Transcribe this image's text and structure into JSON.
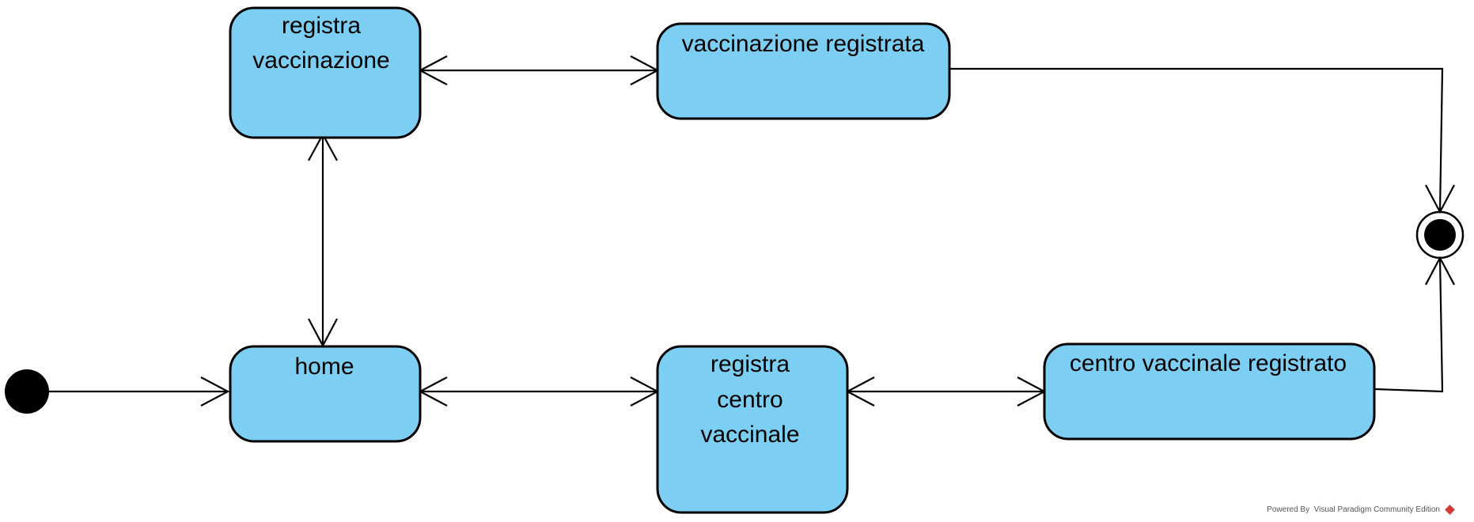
{
  "states": {
    "registra_vaccinazione": {
      "lines": [
        "registra",
        "vaccinazione"
      ]
    },
    "vaccinazione_registrata": {
      "lines": [
        "vaccinazione registrata"
      ]
    },
    "home": {
      "lines": [
        "home"
      ]
    },
    "registra_centro_vaccinale": {
      "lines": [
        "registra",
        "centro",
        "vaccinale"
      ]
    },
    "centro_vaccinale_registrato": {
      "lines": [
        "centro vaccinale registrato"
      ]
    }
  },
  "watermark": {
    "text": "Powered By  Visual Paradigm Community Edition",
    "icon": "visual-paradigm-logo-icon"
  },
  "colors": {
    "state_fill": "#7ccff3",
    "stroke": "#000000"
  }
}
